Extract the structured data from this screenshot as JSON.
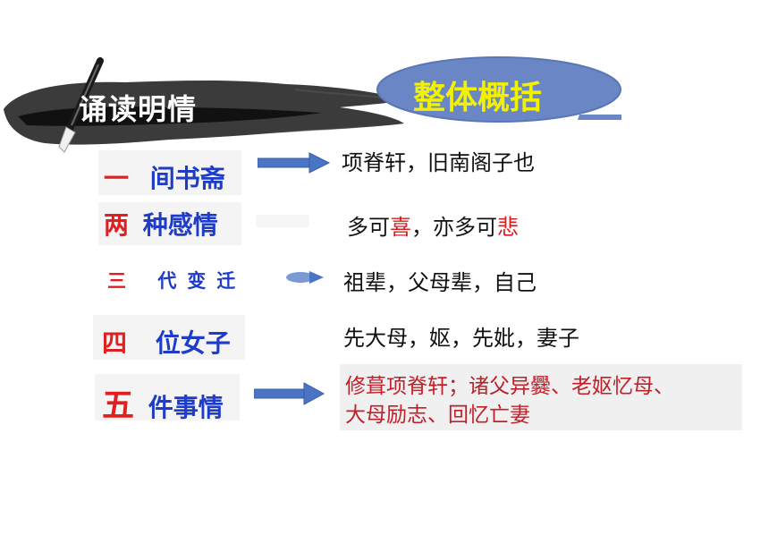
{
  "header": {
    "brush_title": "诵读明情",
    "ellipse_title": "整体概括"
  },
  "rows": [
    {
      "num": "一",
      "label": "间书斋",
      "content": "项脊轩，旧南阁子也"
    },
    {
      "num": "两",
      "label": "种感情",
      "content_parts": [
        "多可",
        "喜",
        "，亦多可",
        "悲"
      ]
    },
    {
      "num": "三",
      "label": "代变迁",
      "content": "祖辈，父母辈，自己"
    },
    {
      "num": "四",
      "label": "位女子",
      "content": "先大母，妪，先妣，妻子"
    },
    {
      "num": "五",
      "label": "件事情",
      "content_lines": [
        "修葺项脊轩；诸父异爨、老妪忆母、",
        "大母励志、回忆亡妻"
      ]
    }
  ],
  "colors": {
    "label_blue": "#1e3cc8",
    "number_red": "#e02020",
    "highlight_red": "#d42020",
    "ellipse_blue": "#6b86c4",
    "title_yellow": "#f2f200",
    "arrow_blue": "#4a74c4"
  },
  "icons": [
    "brush-stroke",
    "calligraphy-brush-icon",
    "arrow-right-icon"
  ]
}
